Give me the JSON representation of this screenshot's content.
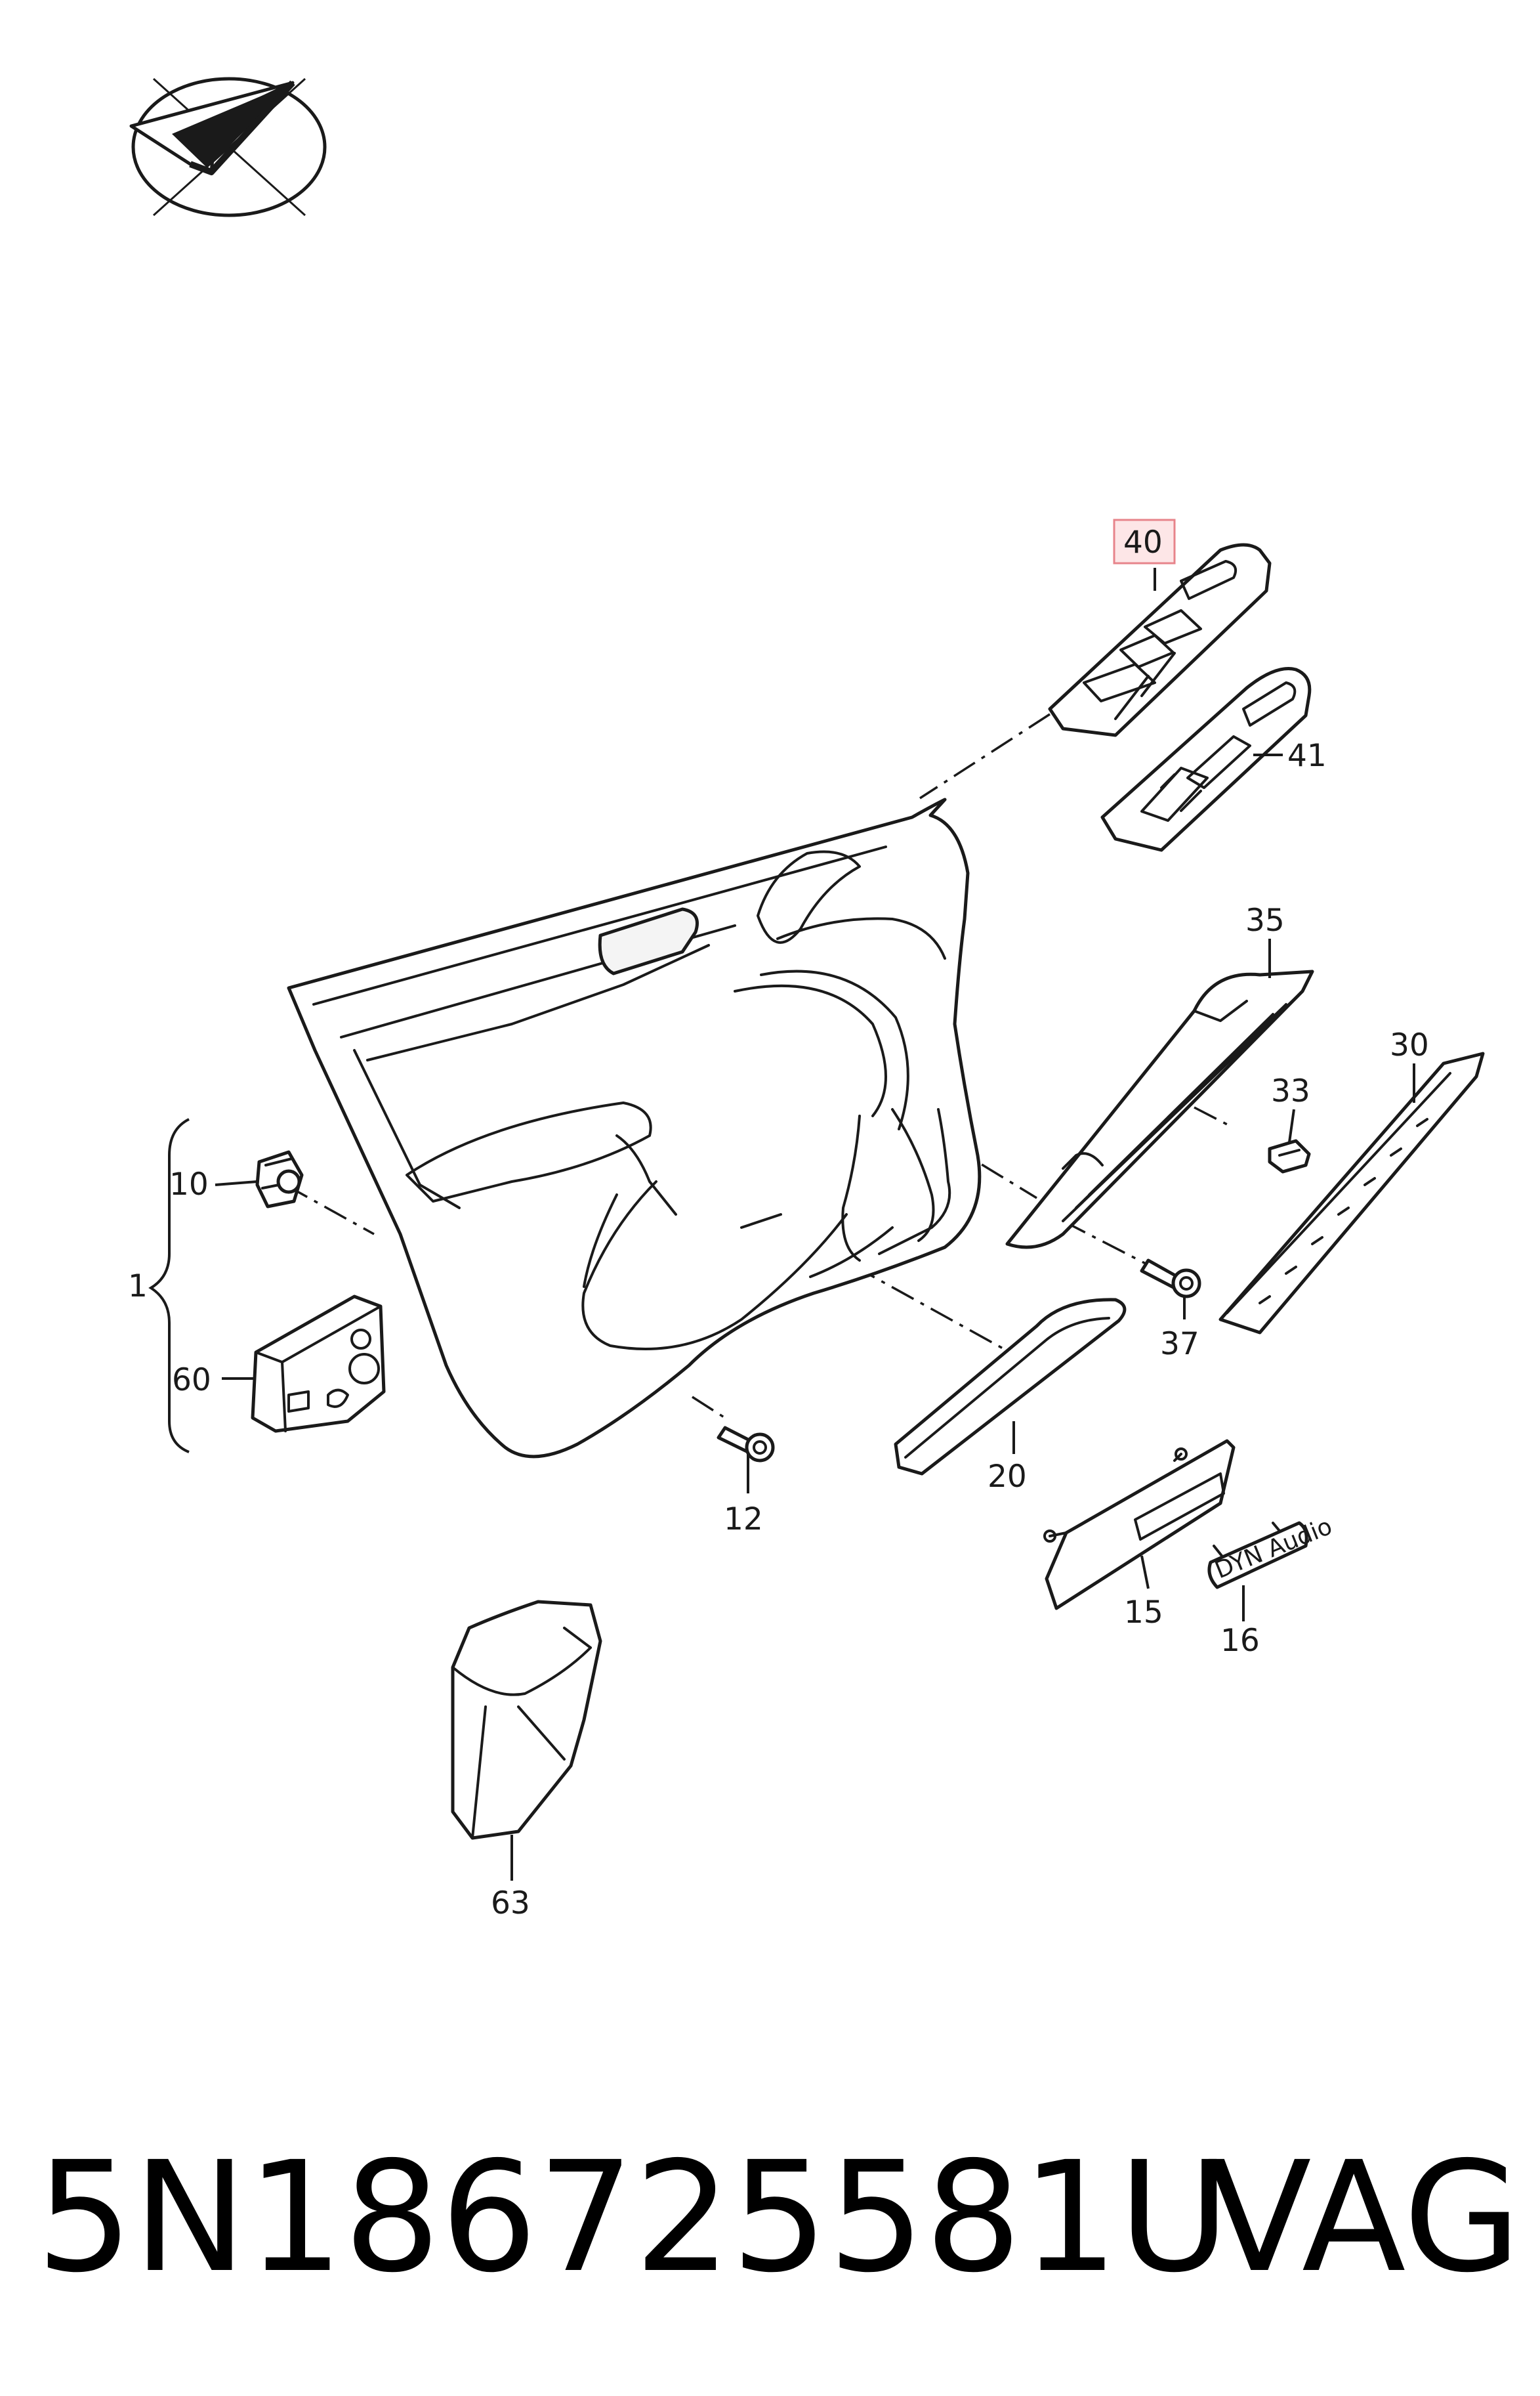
{
  "highlight_color": "#f4aeb2",
  "logo_icon": "checkmark-plane-logo-icon",
  "callouts": {
    "p1": "1",
    "p10": "10",
    "p12": "12",
    "p15": "15",
    "p16": "16",
    "p20": "20",
    "p30": "30",
    "p33": "33",
    "p35": "35",
    "p37": "37",
    "p40": "40",
    "p41": "41",
    "p60": "60",
    "p63": "63"
  },
  "emblem_text": "DYN Audio",
  "part_number": "5N186725581U",
  "brand": "VAG"
}
